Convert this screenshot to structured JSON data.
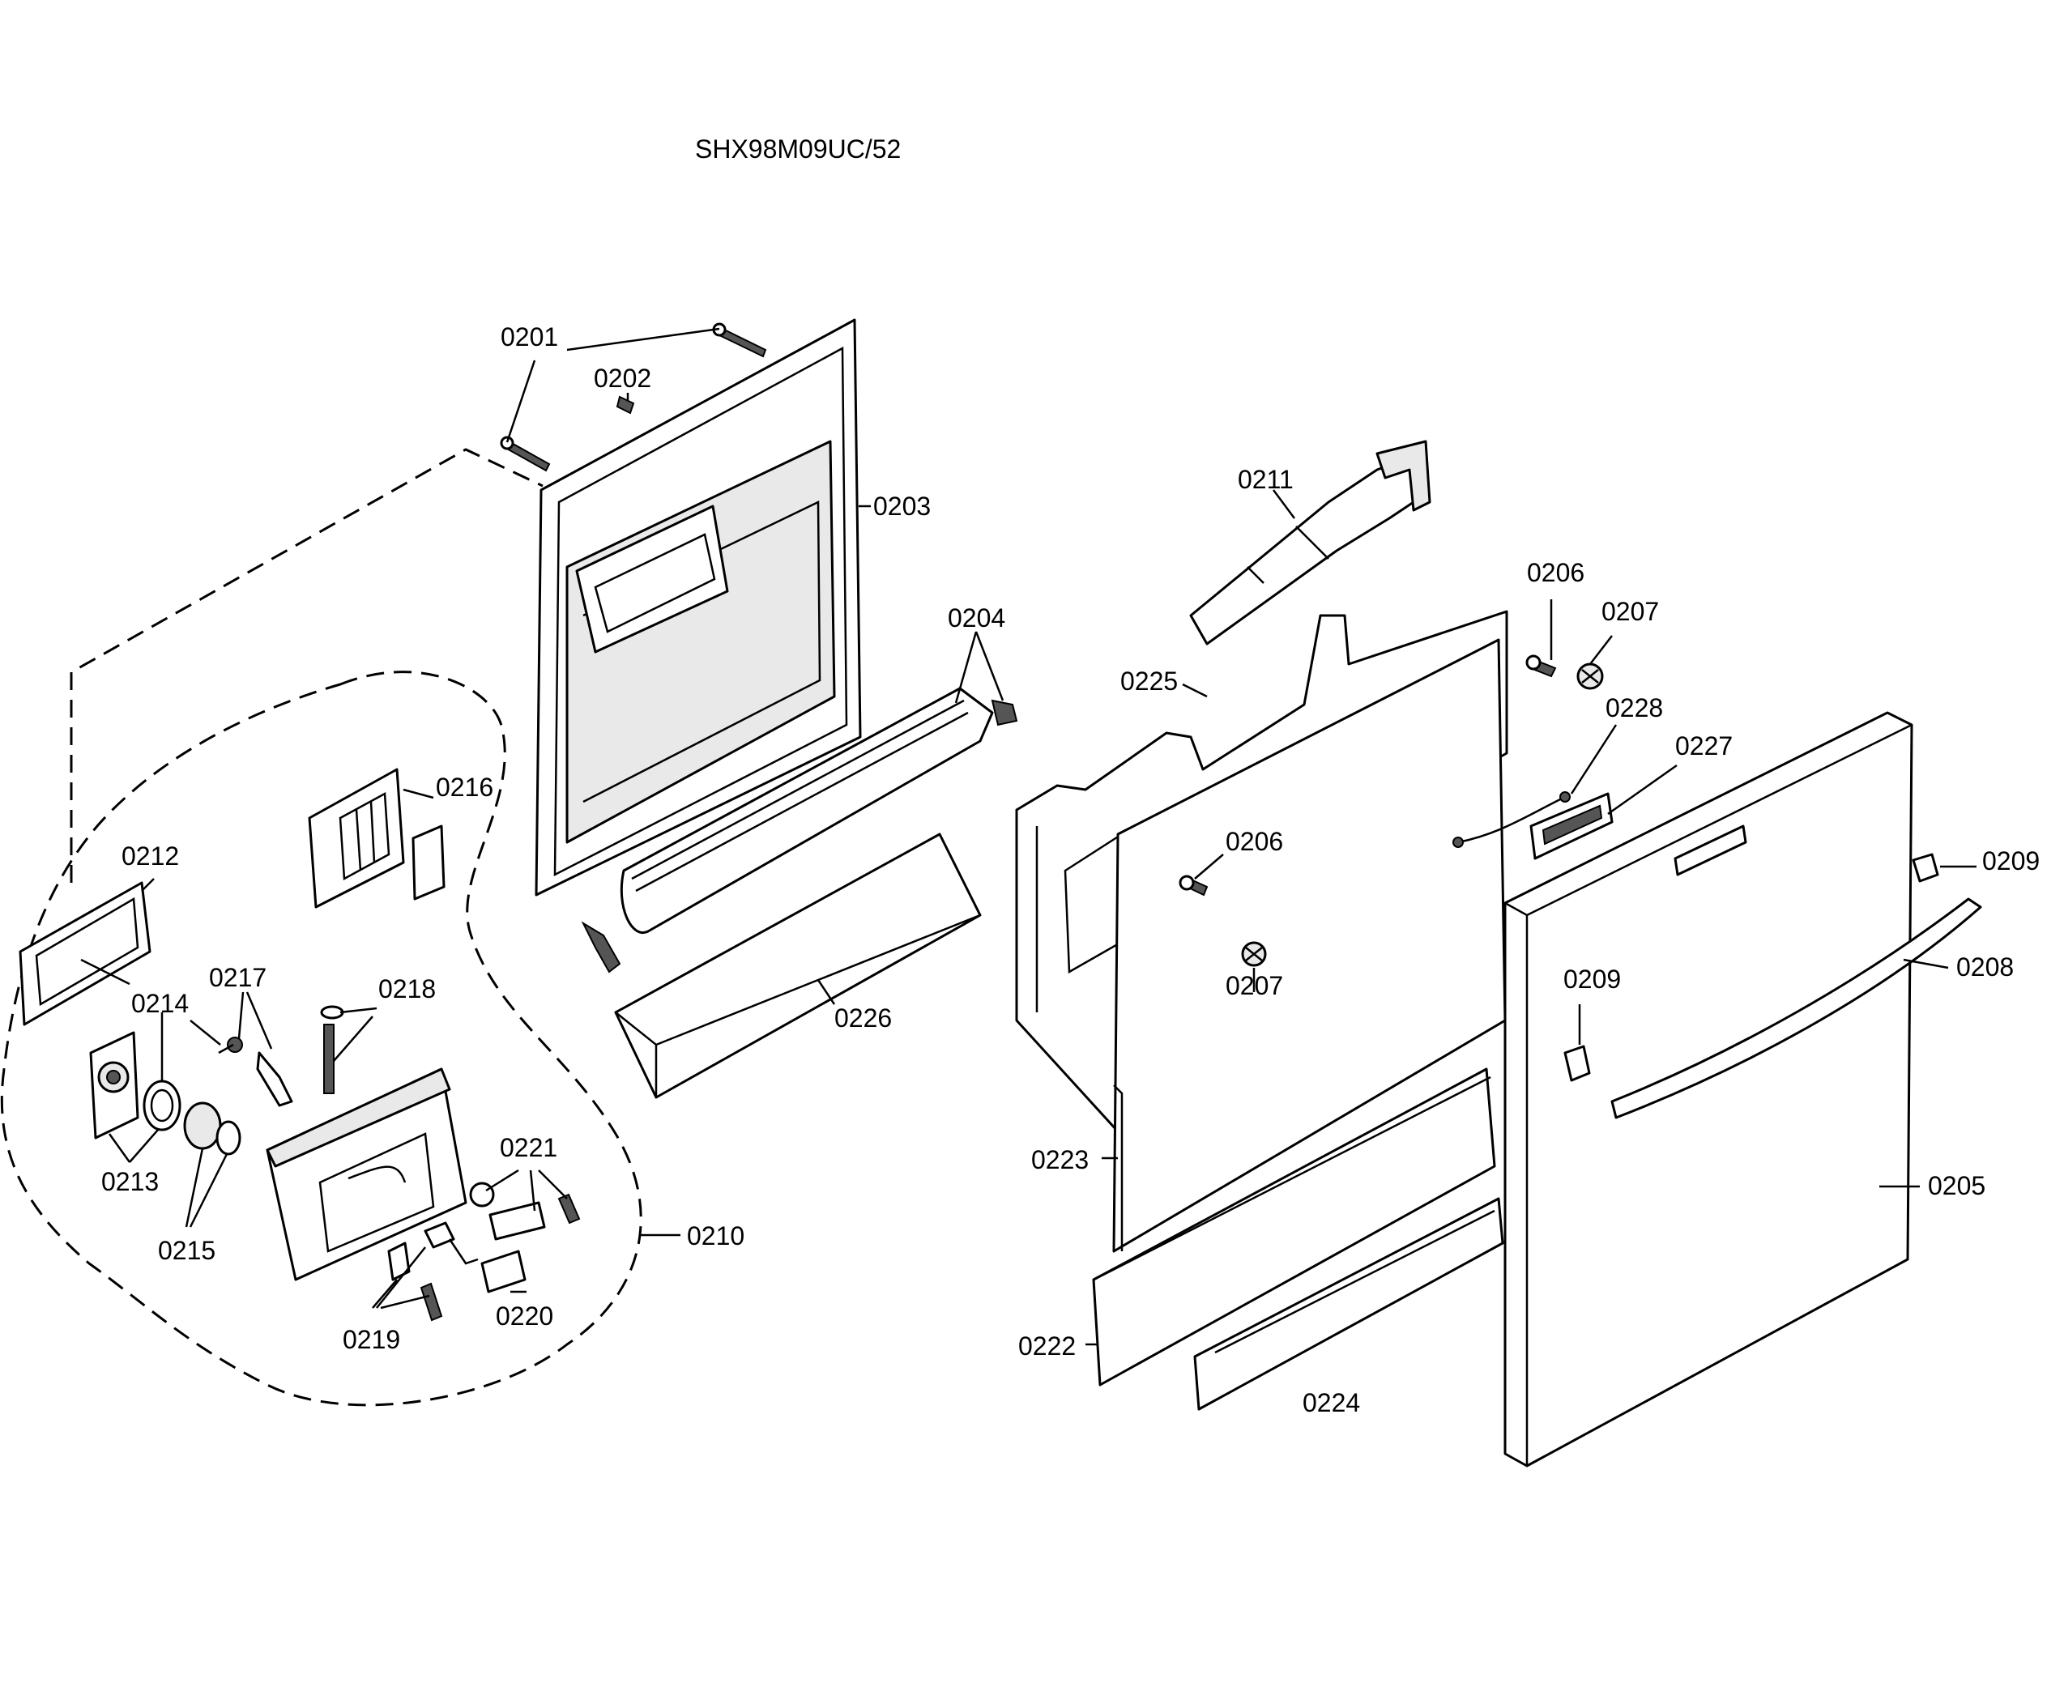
{
  "title": "SHX98M09UC/52",
  "labels": {
    "l0201": "0201",
    "l0202": "0202",
    "l0203": "0203",
    "l0204": "0204",
    "l0205": "0205",
    "l0206a": "0206",
    "l0206b": "0206",
    "l0207a": "0207",
    "l0207b": "0207",
    "l0208": "0208",
    "l0209a": "0209",
    "l0209b": "0209",
    "l0210": "0210",
    "l0211": "0211",
    "l0212": "0212",
    "l0213": "0213",
    "l0214": "0214",
    "l0215": "0215",
    "l0216": "0216",
    "l0217": "0217",
    "l0218": "0218",
    "l0219": "0219",
    "l0220": "0220",
    "l0221": "0221",
    "l0222": "0222",
    "l0223": "0223",
    "l0224": "0224",
    "l0225": "0225",
    "l0226": "0226",
    "l0227": "0227",
    "l0228": "0228"
  }
}
